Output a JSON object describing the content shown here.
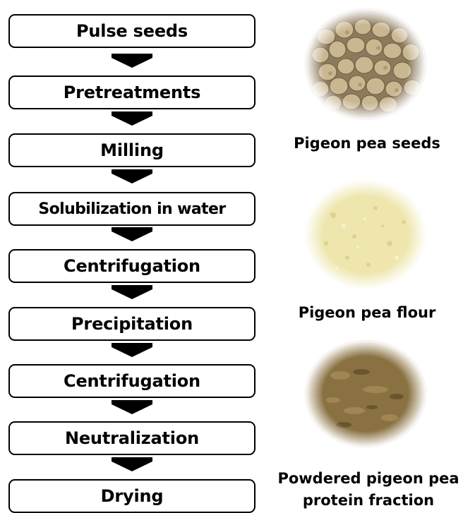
{
  "flowchart": {
    "steps": [
      "Pulse seeds",
      "Pretreatments",
      "Milling",
      "Solubilization in water",
      "Centrifugation",
      "Precipitation",
      "Centrifugation",
      "Neutralization",
      "Drying"
    ]
  },
  "photos": [
    {
      "icon": "pigeon-pea-seeds-photo",
      "caption": "Pigeon pea seeds",
      "color": "#b9a27f"
    },
    {
      "icon": "pigeon-pea-flour-photo",
      "caption": "Pigeon pea flour",
      "color": "#efe7a9"
    },
    {
      "icon": "protein-powder-photo",
      "caption_line1": "Powdered pigeon pea",
      "caption_line2": "protein fraction",
      "color": "#8c7444"
    }
  ],
  "colors": {
    "box_border": "#000000",
    "arrow": "#000000",
    "background": "#ffffff"
  }
}
